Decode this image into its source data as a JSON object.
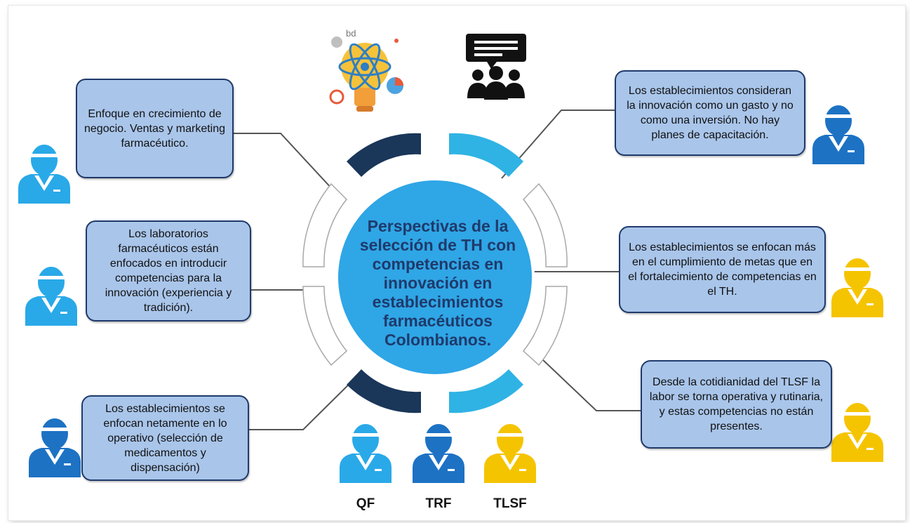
{
  "center": {
    "title": "Perspectivas de la selección de TH con competencias en innovación en establecimientos farmacéuticos Colombianos."
  },
  "boxes": {
    "left_top": "Enfoque en crecimiento de negocio. Ventas y marketing farmacéutico.",
    "left_mid": "Los laboratorios farmacéuticos están enfocados en introducir competencias para la innovación (experiencia y tradición).",
    "left_bot": "Los establecimientos se enfocan netamente en lo operativo (selección de medicamentos y dispensación)",
    "right_top": "Los establecimientos consideran la innovación como un gasto y no como una inversión. No hay planes de capacitación.",
    "right_mid": "Los establecimientos se enfocan más en el cumplimiento de metas que en el fortalecimiento de competencias en el  TH.",
    "right_bot": "Desde la cotidianidad del TLSF la labor se torna operativa y rutinaria, y estas competencias no están presentes."
  },
  "legend": {
    "qf": "QF",
    "trf": "TRF",
    "tlsf": "TLSF"
  },
  "colors": {
    "qf": "#29a9e8",
    "trf": "#1d72c4",
    "tlsf": "#f5c400",
    "box_fill": "#a9c5ea",
    "box_border": "#1f3a6b",
    "circle": "#2fa6e6",
    "arc_dark": "#1a3659",
    "arc_light": "#2fb3e4"
  },
  "icons": [
    "lightbulb-atom-icon",
    "audience-presentation-icon",
    "person-icon"
  ]
}
